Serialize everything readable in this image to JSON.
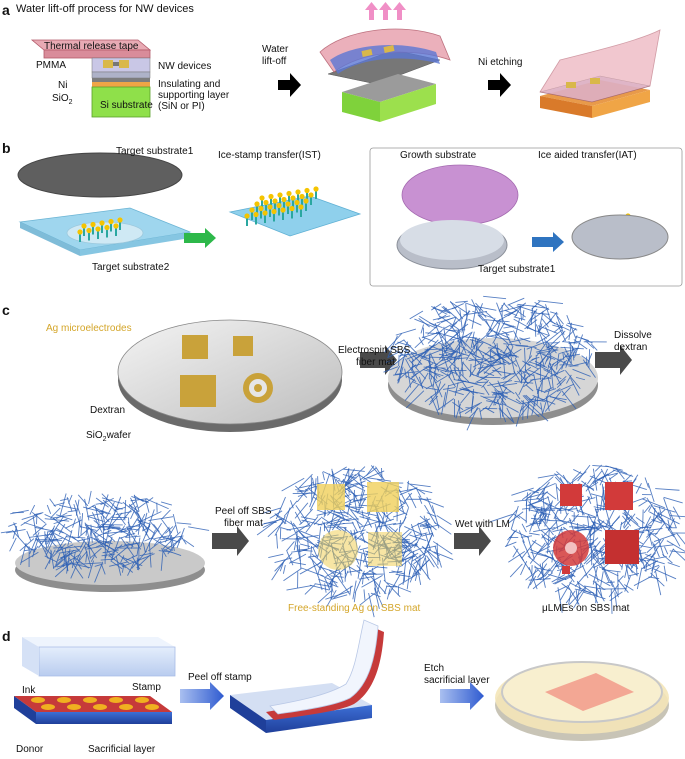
{
  "panels": [
    "a",
    "b",
    "c",
    "d"
  ],
  "a": {
    "title": "Water lift-off process for NW devices",
    "thermal_tape": "Thermal release tape",
    "pmma": "PMMA",
    "nw_devices": "NW devices",
    "ni": "Ni",
    "sio2": "SiO",
    "sio2_sub": "2",
    "insulating_1": "Insulating and",
    "insulating_2": "supporting layer",
    "insulating_3": "(SiN or PI)",
    "si_substrate": "Si substrate",
    "water_1": "Water",
    "water_2": "lift-off",
    "ni_etching": "Ni etching"
  },
  "b": {
    "target1": "Target substrate1",
    "ist": "Ice-stamp transfer(IST)",
    "target2": "Target substrate2",
    "growth": "Growth substrate",
    "iat": "Ice aided transfer(IAT)",
    "target1b": "Target substrate1"
  },
  "c": {
    "ag_micro": "Ag microelectrodes",
    "electrospin_1": "Electrospin SBS",
    "electrospin_2": "fiber mat",
    "dissolve_1": "Dissolve",
    "dissolve_2": "dextran",
    "dextran": "Dextran",
    "sio2wafer": "SiO",
    "sio2wafer_sub": "2",
    "sio2wafer_end": "wafer",
    "peel_1": "Peel off SBS",
    "peel_2": "fiber mat",
    "wet": "Wet with LM",
    "free_standing": "Free-standing Ag on SBS mat",
    "ulmes": "μLMEs on SBS mat"
  },
  "d": {
    "stamp": "Stamp",
    "ink": "Ink",
    "peel_stamp": "Peel off stamp",
    "etch_1": "Etch",
    "etch_2": "sacrificial layer",
    "donor": "Donor",
    "sacrificial": "Sacrificial layer"
  },
  "colors": {
    "accent_gold": "#d4a62a",
    "green_arrow": "#2db84a",
    "blue_arrow": "#2f74c0",
    "gray_arrow": "#4a4a4a",
    "fiber_blue": "#2c5fb5"
  }
}
